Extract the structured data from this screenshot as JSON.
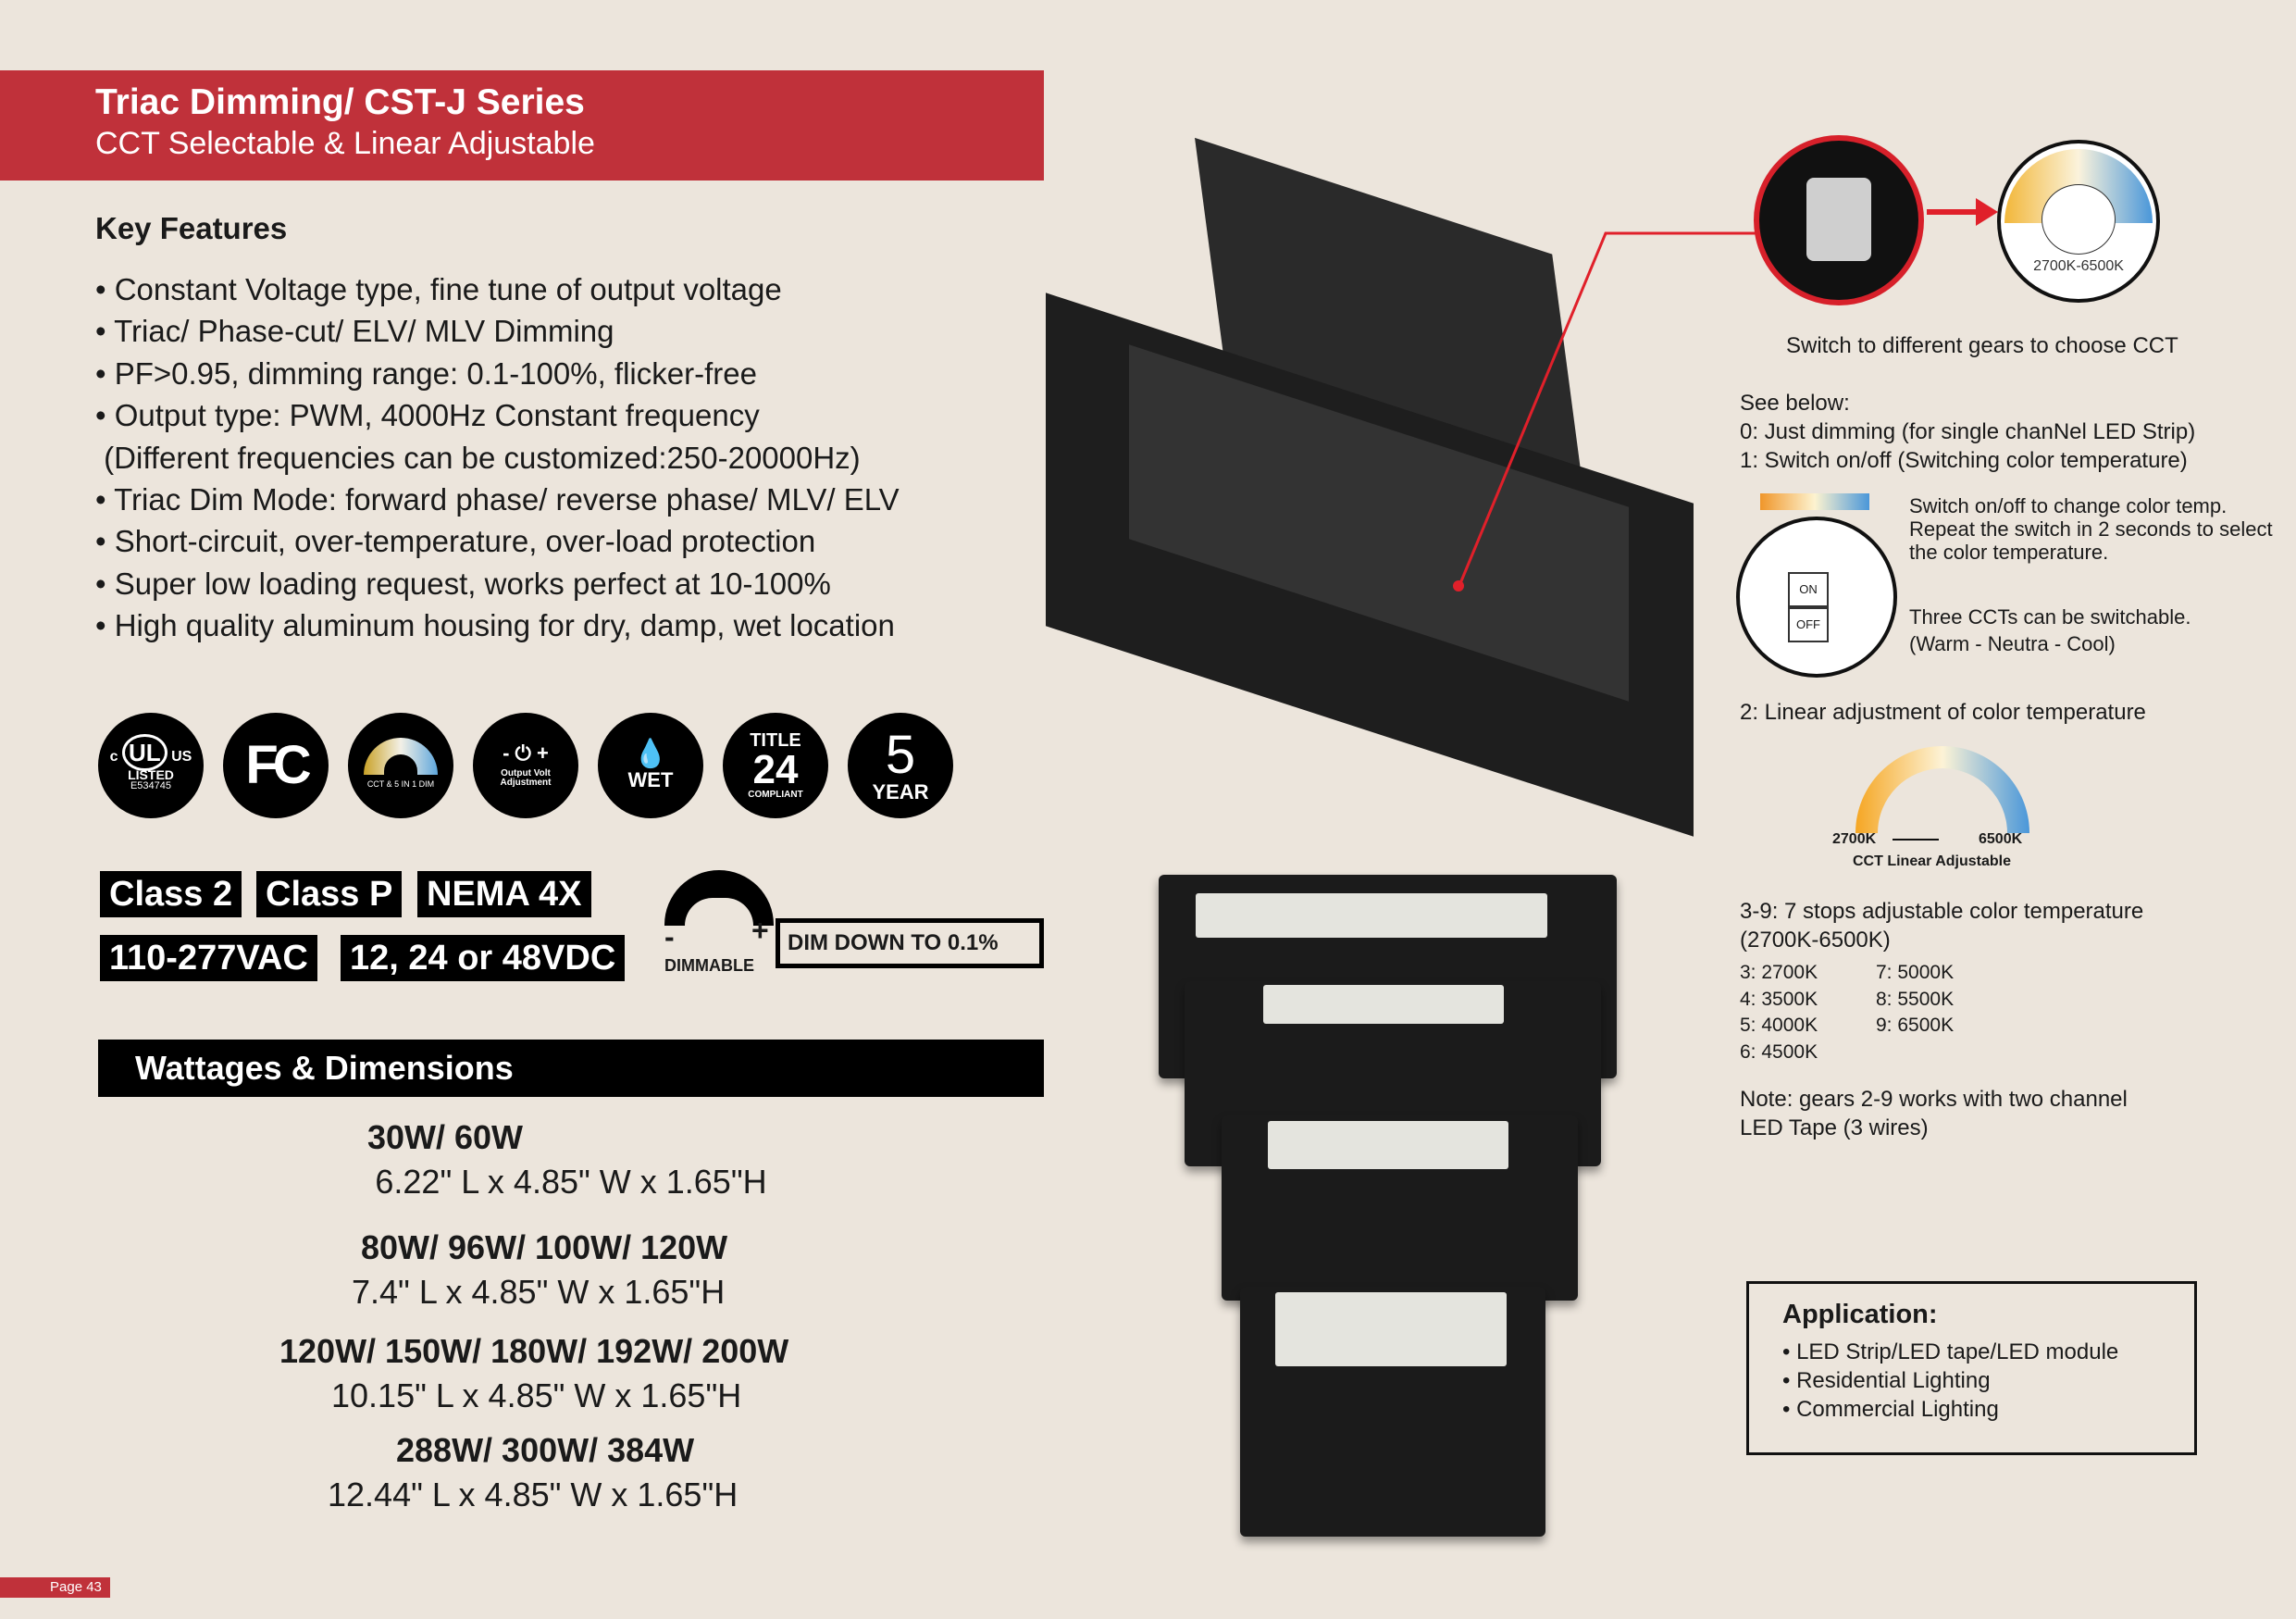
{
  "header": {
    "title": "Triac Dimming/ CST-J Series",
    "subtitle": "CCT Selectable & Linear Adjustable"
  },
  "features": {
    "heading": "Key Features",
    "items": [
      "• Constant Voltage type, fine tune of output voltage",
      "• Triac/ Phase-cut/ ELV/ MLV Dimming",
      "• PF>0.95, dimming range: 0.1-100%, flicker-free",
      "• Output type: PWM, 4000Hz Constant frequency",
      " (Different frequencies can be customized:250-20000Hz)",
      "• Triac Dim Mode: forward phase/ reverse phase/ MLV/ ELV",
      "• Short-circuit, over-temperature, over-load protection",
      "• Super low loading request, works perfect at 10-100%",
      "• High quality aluminum housing for dry, damp, wet location"
    ]
  },
  "badges": {
    "ul": {
      "c": "c",
      "us": "US",
      "listed": "LISTED",
      "num": "E534745"
    },
    "fcc": "FC",
    "cct": "CCT & 5 IN 1 DIM",
    "volt": {
      "sym": "- ⏻ +",
      "label": "Output Volt Adjustment"
    },
    "wet": "WET",
    "title24": {
      "a": "TITLE",
      "b": "24",
      "c": "COMPLIANT"
    },
    "year": {
      "a": "5",
      "b": "YEAR"
    }
  },
  "tags": [
    "Class 2",
    "Class P",
    "NEMA 4X",
    "110-277VAC",
    "12, 24 or 48VDC"
  ],
  "dim": {
    "minus": "-",
    "plus": "+",
    "label": "DIMMABLE",
    "down": "DIM DOWN TO 0.1%"
  },
  "wattages": {
    "heading": "Wattages & Dimensions",
    "rows": [
      {
        "w": "30W/ 60W",
        "d": "6.22\" L x 4.85\" W x 1.65\"H"
      },
      {
        "w": "80W/ 96W/ 100W/ 120W",
        "d": "7.4\" L x 4.85\" W x 1.65\"H"
      },
      {
        "w": "120W/ 150W/ 180W/ 192W/ 200W",
        "d": "10.15\" L x 4.85\" W x 1.65\"H"
      },
      {
        "w": "288W/ 300W/ 384W",
        "d": "12.44\" L x 4.85\" W x 1.65\"H"
      }
    ]
  },
  "right": {
    "dial_label": "2700K-6500K",
    "switch_caption": "Switch to different gears to choose CCT",
    "see_below": "See below:",
    "g0": "0: Just dimming (for single chanNel LED Strip)",
    "g1": "1: Switch on/off (Switching color temperature)",
    "sw_on": "ON",
    "sw_off": "OFF",
    "onoff_text": "Switch on/off to change color temp. Repeat the switch in 2 seconds to select the color temperature.",
    "three": "Three CCTs can be switchable.",
    "three2": "(Warm - Neutra - Cool)",
    "g2": "2: Linear adjustment of color temperature",
    "lin_from": "2700K",
    "lin_to": "6500K",
    "lin_label": "CCT Linear Adjustable",
    "g39": "3-9: 7 stops adjustable color temperature",
    "g39b": "(2700K-6500K)",
    "stops_left": [
      "3: 2700K",
      "4: 3500K",
      "5: 4000K",
      "6: 4500K"
    ],
    "stops_right": [
      "7: 5000K",
      "8: 5500K",
      "9: 6500K"
    ],
    "note": "Note: gears 2-9 works with two channel",
    "note2": "LED Tape (3 wires)"
  },
  "application": {
    "heading": "Application:",
    "items": [
      "• LED Strip/LED tape/LED module",
      "• Residential Lighting",
      "• Commercial Lighting"
    ]
  },
  "page": "Page 43",
  "colors": {
    "brand": "#c0313a"
  }
}
